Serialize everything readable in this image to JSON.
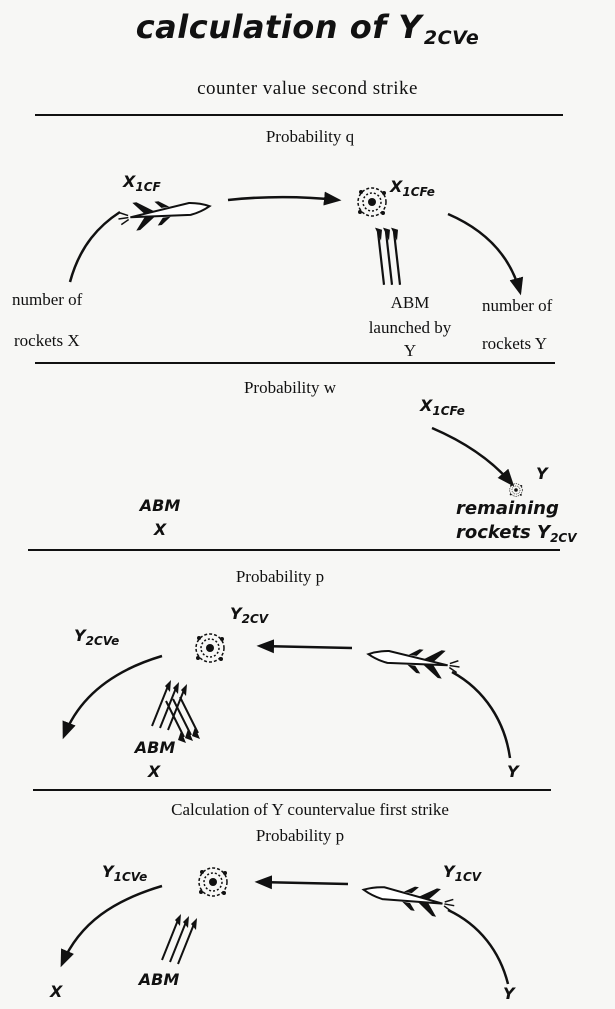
{
  "title": {
    "main": "calculation of Y",
    "sub": "2CVe"
  },
  "subtitle": "counter value second strike",
  "panel1": {
    "probability": "Probability q",
    "rocket_label": {
      "main": "X",
      "sub": "1CF"
    },
    "explosion_label": {
      "main": "X",
      "sub": "1CFe"
    },
    "left_label_1": "number of",
    "left_label_2": "rockets X",
    "abm_label_1": "ABM",
    "abm_label_2": "launched by",
    "abm_label_3": "Y",
    "right_label_1": "number of",
    "right_label_2": "rockets Y"
  },
  "panel2": {
    "probability": "Probability w",
    "incoming_label": {
      "main": "X",
      "sub": "1CFe"
    },
    "target_label": "Y",
    "remaining_1": "remaining",
    "remaining_2": {
      "main": "rockets Y",
      "sub": "2CV"
    },
    "abm_label": "ABM",
    "abm_owner": "X"
  },
  "panel3": {
    "probability": "Probability p",
    "left_label": {
      "main": "Y",
      "sub": "2CVe"
    },
    "explosion_label": {
      "main": "Y",
      "sub": "2CV"
    },
    "abm_label": "ABM",
    "abm_owner": "X",
    "right_label": "Y"
  },
  "panel4": {
    "heading": "Calculation of Y countervalue first strike",
    "probability": "Probability p",
    "left_label": {
      "main": "Y",
      "sub": "1CVe"
    },
    "rocket_label": {
      "main": "Y",
      "sub": "1CV"
    },
    "abm_label": "ABM",
    "left_owner": "X",
    "right_owner": "Y"
  }
}
